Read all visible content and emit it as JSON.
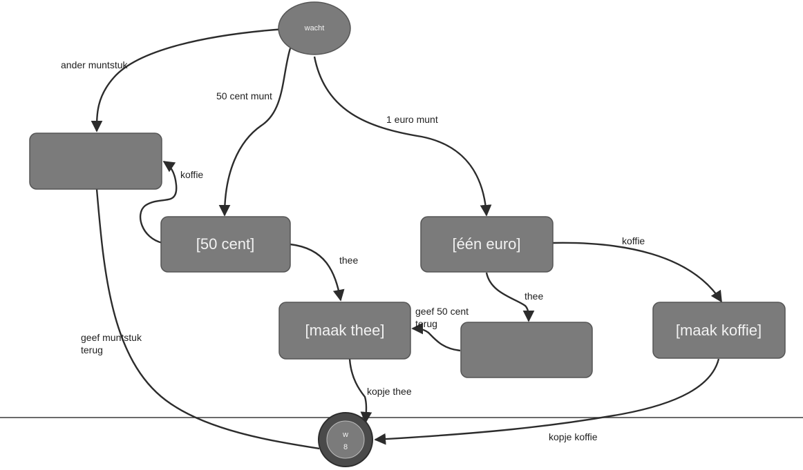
{
  "nodes": {
    "wacht": "wacht",
    "vijftig_cent": "[50 cent]",
    "een_euro": "[één euro]",
    "maak_thee": "[maak thee]",
    "maak_koffie": "[maak koffie]",
    "final_top": "w",
    "final_bottom": "8"
  },
  "edges": {
    "ander_muntstuk": "ander muntstuk",
    "vijftig_cent_munt": "50 cent munt",
    "een_euro_munt": "1 euro munt",
    "koffie_left": "koffie",
    "thee_from_50": "thee",
    "koffie_right": "koffie",
    "thee_from_euro": "thee",
    "geef_50_cent_line1": "geef 50 cent",
    "geef_50_cent_line2": "terug",
    "geef_muntstuk_line1": "geef muntstuk",
    "geef_muntstuk_line2": "terug",
    "kopje_thee": "kopje thee",
    "kopje_koffie": "kopje koffie"
  }
}
